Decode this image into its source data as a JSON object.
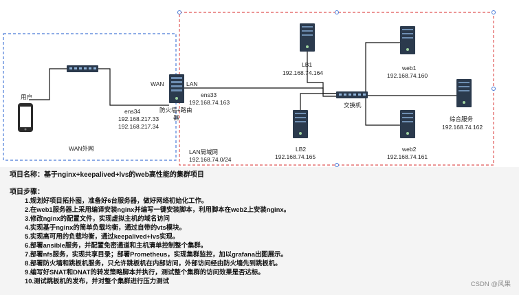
{
  "diagram": {
    "zone_wan": "WAN外网",
    "zone_lan": "LAN局域网",
    "lan_subnet": "192.168.74.0/24",
    "wan_label": "WAN",
    "lan_label": "LAN",
    "nodes": {
      "user": {
        "name": "用户"
      },
      "firewall": {
        "name_line1": "防火墙+路由",
        "name_line2": "器",
        "wan_iface": "ens34",
        "wan_ip1": "192.168.217.33",
        "wan_ip2": "192.168.217.34",
        "lan_iface": "ens33",
        "lan_ip": "192.168.74.163"
      },
      "lb1": {
        "name": "LB1",
        "ip": "192.168.74.164"
      },
      "lb2": {
        "name": "LB2",
        "ip": "192.168.74.165"
      },
      "web1": {
        "name": "web1",
        "ip": "192.168.74.160"
      },
      "web2": {
        "name": "web2",
        "ip": "192.168.74.161"
      },
      "service": {
        "name": "综合服务",
        "ip": "192.168.74.162"
      },
      "switch": {
        "name": "交换机"
      }
    }
  },
  "project": {
    "title": "项目名称：基于nginx+keepalived+lvs的web高性能的集群项目",
    "steps_heading": "项目步骤：",
    "steps": [
      "1.规划好项目拓扑图，准备好6台服务器，做好网络初始化工作。",
      "2.在web1服务器上采用编译安装nginx并编写一键安装脚本，利用脚本在web2上安装nginx。",
      "3.修改nginx的配置文件，实现虚拟主机的域名访问",
      "4.实现基于nginx的简单负载均衡，通过自带的vts模块。",
      "5.实现高可用的负载均衡，通过keepalived+lvs实现。",
      "6.部署ansible服务，并配置免密通道和主机清单控制整个集群。",
      "7.部署nfs服务，实现共享目录；部署Prometheus，实现集群监控，加以grafana出图展示。",
      "8.部署防火墙和跳板机服务，只允许跳板机在内部访问，外部访问经由防火墙先到跳板机。",
      "9.编写好SNAT和DNAT的转发策略脚本并执行，测试整个集群的访问效果是否达标。",
      "10.测试跳板机的发布，并对整个集群进行压力测试"
    ]
  },
  "watermark": "CSDN @风果",
  "colors": {
    "wan_zone": "#4a7bd8",
    "lan_zone": "#e05656",
    "line": "#111111",
    "server": "#2b3a4d"
  }
}
